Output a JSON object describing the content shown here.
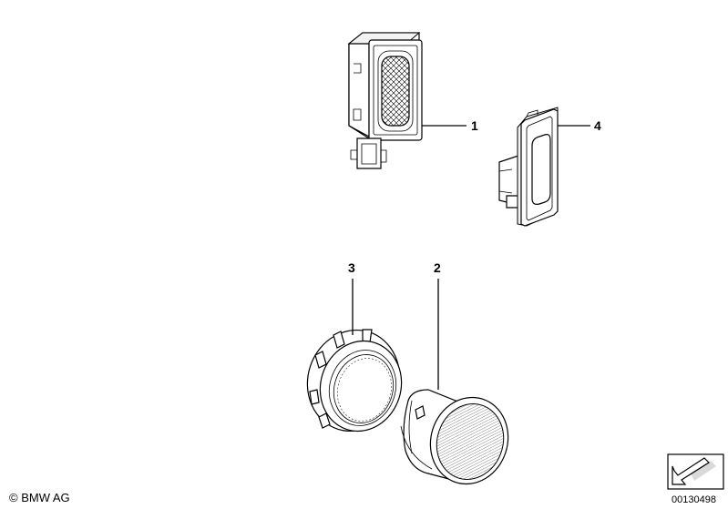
{
  "callouts": [
    {
      "id": "1",
      "label": "1"
    },
    {
      "id": "2",
      "label": "2"
    },
    {
      "id": "3",
      "label": "3"
    },
    {
      "id": "4",
      "label": "4"
    }
  ],
  "footer": {
    "copyright": "© BMW AG",
    "diagram_number": "00130498"
  }
}
